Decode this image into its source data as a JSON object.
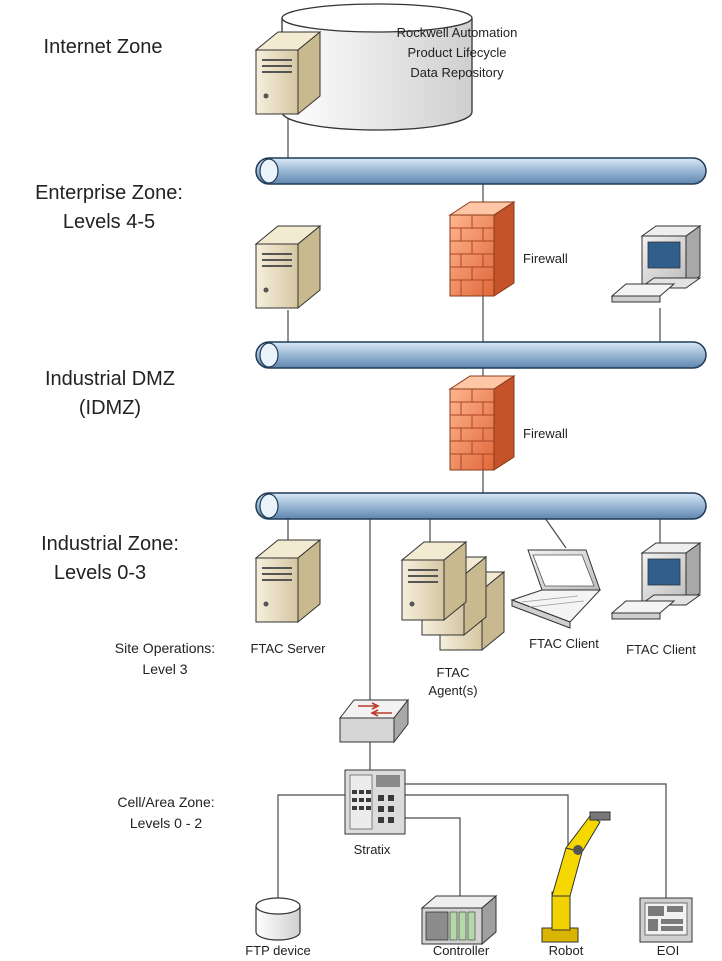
{
  "zones": {
    "internet": "Internet Zone",
    "enterprise": [
      "Enterprise Zone:",
      "Levels 4-5"
    ],
    "idmz": [
      "Industrial DMZ",
      "(IDMZ)"
    ],
    "industrial": [
      "Industrial Zone:",
      "Levels 0-3"
    ],
    "site_ops": [
      "Site Operations:",
      "Level 3"
    ],
    "cell_area": [
      "Cell/Area Zone:",
      "Levels 0 - 2"
    ]
  },
  "devices": {
    "repository": [
      "Rockwell Automation",
      "Product Lifecycle",
      "Data Repository"
    ],
    "firewall_enterprise": "Firewall",
    "firewall_idmz": "Firewall",
    "ftac_server": "FTAC Server",
    "ftac_agents": [
      "FTAC",
      "Agent(s)"
    ],
    "ftac_client_laptop": "FTAC Client",
    "ftac_client_desktop": "FTAC Client",
    "stratix": "Stratix",
    "ftp_device": "FTP device",
    "controller": "Controller",
    "robot": "Robot",
    "eoi": "EOI"
  },
  "colors": {
    "bus": "#9fbcd8",
    "firewall": "#f08a5d",
    "server": "#ece1c7"
  }
}
